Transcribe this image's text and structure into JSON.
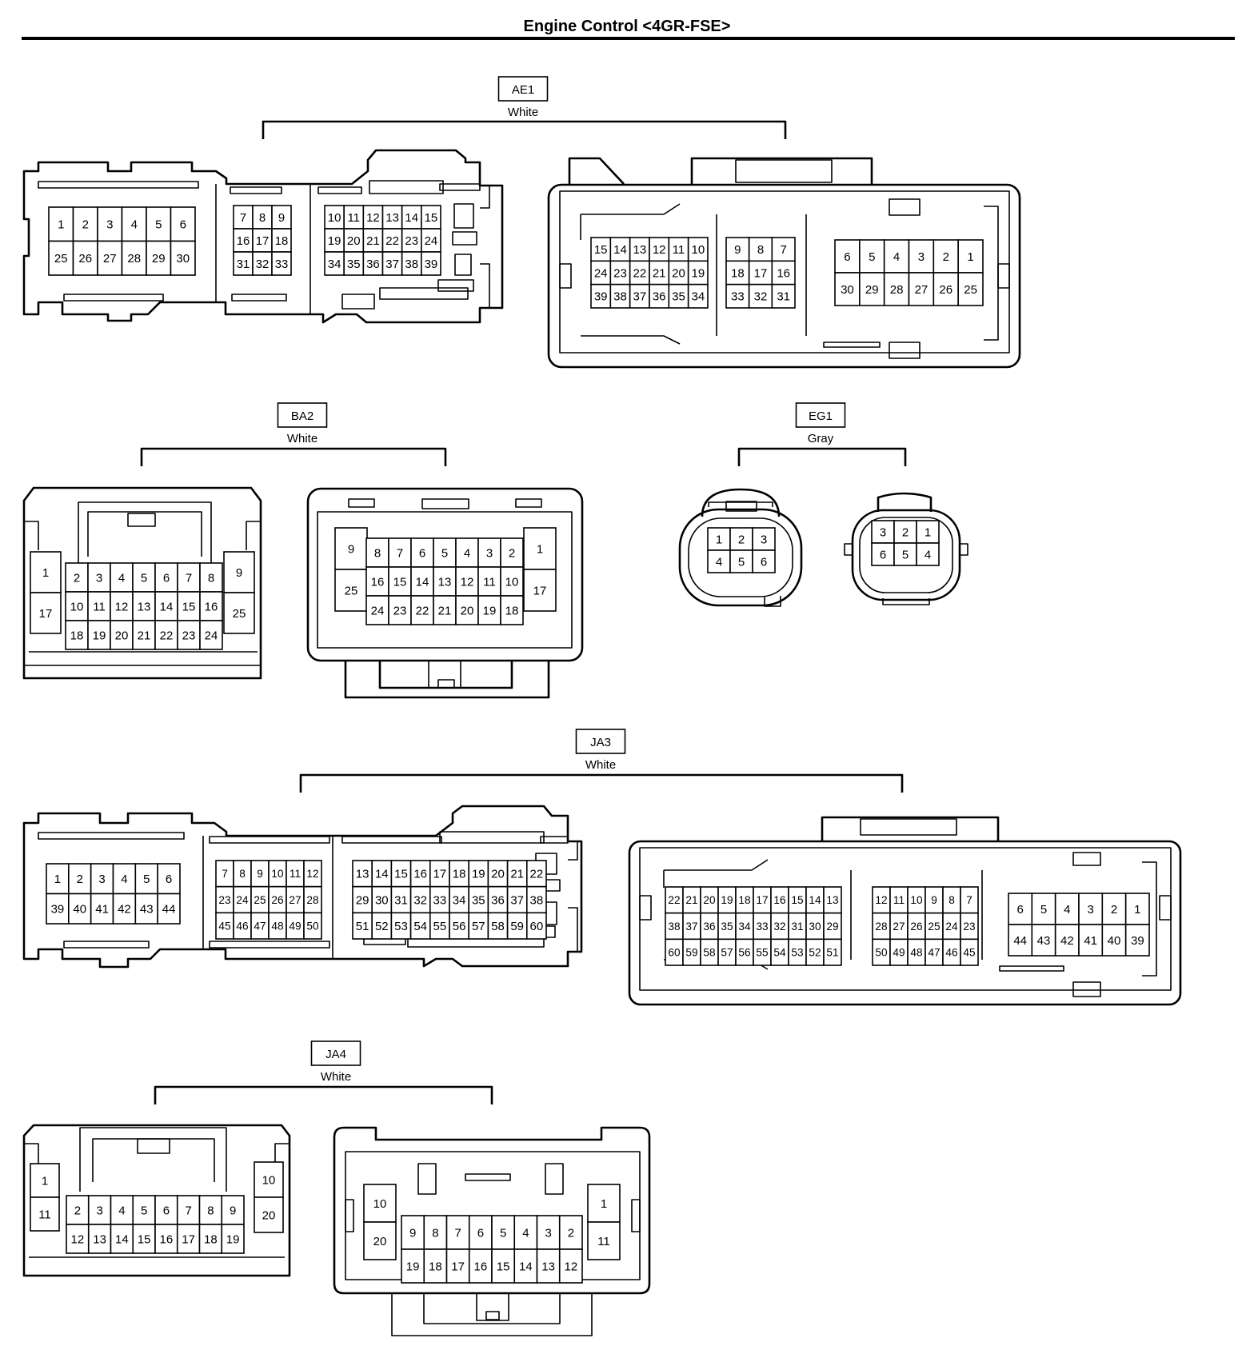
{
  "title": "Engine Control <4GR-FSE>",
  "connectors": [
    {
      "code": "AE1",
      "color": "White",
      "views": [
        {
          "blocks": [
            {
              "rows": [
                [
                  "1",
                  "2",
                  "3",
                  "4",
                  "5",
                  "6"
                ],
                [
                  "25",
                  "26",
                  "27",
                  "28",
                  "29",
                  "30"
                ]
              ]
            },
            {
              "rows": [
                [
                  "7",
                  "8",
                  "9"
                ],
                [
                  "16",
                  "17",
                  "18"
                ],
                [
                  "31",
                  "32",
                  "33"
                ]
              ]
            },
            {
              "rows": [
                [
                  "10",
                  "11",
                  "12",
                  "13",
                  "14",
                  "15"
                ],
                [
                  "19",
                  "20",
                  "21",
                  "22",
                  "23",
                  "24"
                ],
                [
                  "34",
                  "35",
                  "36",
                  "37",
                  "38",
                  "39"
                ]
              ]
            }
          ]
        },
        {
          "blocks": [
            {
              "rows": [
                [
                  "15",
                  "14",
                  "13",
                  "12",
                  "11",
                  "10"
                ],
                [
                  "24",
                  "23",
                  "22",
                  "21",
                  "20",
                  "19"
                ],
                [
                  "39",
                  "38",
                  "37",
                  "36",
                  "35",
                  "34"
                ]
              ]
            },
            {
              "rows": [
                [
                  "9",
                  "8",
                  "7"
                ],
                [
                  "18",
                  "17",
                  "16"
                ],
                [
                  "33",
                  "32",
                  "31"
                ]
              ]
            },
            {
              "rows": [
                [
                  "6",
                  "5",
                  "4",
                  "3",
                  "2",
                  "1"
                ],
                [
                  "30",
                  "29",
                  "28",
                  "27",
                  "26",
                  "25"
                ]
              ]
            }
          ]
        }
      ]
    },
    {
      "code": "BA2",
      "color": "White",
      "views": [
        {
          "blocks": [
            {
              "rows": [
                [
                  "1"
                ],
                [
                  "17"
                ]
              ]
            },
            {
              "rows": [
                [
                  "2",
                  "3",
                  "4",
                  "5",
                  "6",
                  "7",
                  "8"
                ],
                [
                  "10",
                  "11",
                  "12",
                  "13",
                  "14",
                  "15",
                  "16"
                ],
                [
                  "18",
                  "19",
                  "20",
                  "21",
                  "22",
                  "23",
                  "24"
                ]
              ]
            },
            {
              "rows": [
                [
                  "9"
                ],
                [
                  "25"
                ]
              ]
            }
          ]
        },
        {
          "blocks": [
            {
              "rows": [
                [
                  "9"
                ],
                [
                  "25"
                ]
              ]
            },
            {
              "rows": [
                [
                  "8",
                  "7",
                  "6",
                  "5",
                  "4",
                  "3",
                  "2"
                ],
                [
                  "16",
                  "15",
                  "14",
                  "13",
                  "12",
                  "11",
                  "10"
                ],
                [
                  "24",
                  "23",
                  "22",
                  "21",
                  "20",
                  "19",
                  "18"
                ]
              ]
            },
            {
              "rows": [
                [
                  "1"
                ],
                [
                  "17"
                ]
              ]
            }
          ]
        }
      ]
    },
    {
      "code": "EG1",
      "color": "Gray",
      "views": [
        {
          "blocks": [
            {
              "rows": [
                [
                  "1",
                  "2",
                  "3"
                ],
                [
                  "4",
                  "5",
                  "6"
                ]
              ]
            }
          ]
        },
        {
          "blocks": [
            {
              "rows": [
                [
                  "3",
                  "2",
                  "1"
                ],
                [
                  "6",
                  "5",
                  "4"
                ]
              ]
            }
          ]
        }
      ]
    },
    {
      "code": "JA3",
      "color": "White",
      "views": [
        {
          "blocks": [
            {
              "rows": [
                [
                  "1",
                  "2",
                  "3",
                  "4",
                  "5",
                  "6"
                ],
                [
                  "39",
                  "40",
                  "41",
                  "42",
                  "43",
                  "44"
                ]
              ]
            },
            {
              "rows": [
                [
                  "7",
                  "8",
                  "9",
                  "10",
                  "11",
                  "12"
                ],
                [
                  "23",
                  "24",
                  "25",
                  "26",
                  "27",
                  "28"
                ],
                [
                  "45",
                  "46",
                  "47",
                  "48",
                  "49",
                  "50"
                ]
              ]
            },
            {
              "rows": [
                [
                  "13",
                  "14",
                  "15",
                  "16",
                  "17",
                  "18",
                  "19",
                  "20",
                  "21",
                  "22"
                ],
                [
                  "29",
                  "30",
                  "31",
                  "32",
                  "33",
                  "34",
                  "35",
                  "36",
                  "37",
                  "38"
                ],
                [
                  "51",
                  "52",
                  "53",
                  "54",
                  "55",
                  "56",
                  "57",
                  "58",
                  "59",
                  "60"
                ]
              ]
            }
          ]
        },
        {
          "blocks": [
            {
              "rows": [
                [
                  "22",
                  "21",
                  "20",
                  "19",
                  "18",
                  "17",
                  "16",
                  "15",
                  "14",
                  "13"
                ],
                [
                  "38",
                  "37",
                  "36",
                  "35",
                  "34",
                  "33",
                  "32",
                  "31",
                  "30",
                  "29"
                ],
                [
                  "60",
                  "59",
                  "58",
                  "57",
                  "56",
                  "55",
                  "54",
                  "53",
                  "52",
                  "51"
                ]
              ]
            },
            {
              "rows": [
                [
                  "12",
                  "11",
                  "10",
                  "9",
                  "8",
                  "7"
                ],
                [
                  "28",
                  "27",
                  "26",
                  "25",
                  "24",
                  "23"
                ],
                [
                  "50",
                  "49",
                  "48",
                  "47",
                  "46",
                  "45"
                ]
              ]
            },
            {
              "rows": [
                [
                  "6",
                  "5",
                  "4",
                  "3",
                  "2",
                  "1"
                ],
                [
                  "44",
                  "43",
                  "42",
                  "41",
                  "40",
                  "39"
                ]
              ]
            }
          ]
        }
      ]
    },
    {
      "code": "JA4",
      "color": "White",
      "views": [
        {
          "blocks": [
            {
              "rows": [
                [
                  "1"
                ],
                [
                  "11"
                ]
              ]
            },
            {
              "rows": [
                [
                  "2",
                  "3",
                  "4",
                  "5",
                  "6",
                  "7",
                  "8",
                  "9"
                ],
                [
                  "12",
                  "13",
                  "14",
                  "15",
                  "16",
                  "17",
                  "18",
                  "19"
                ]
              ]
            },
            {
              "rows": [
                [
                  "10"
                ],
                [
                  "20"
                ]
              ]
            }
          ]
        },
        {
          "blocks": [
            {
              "rows": [
                [
                  "10"
                ],
                [
                  "20"
                ]
              ]
            },
            {
              "rows": [
                [
                  "9",
                  "8",
                  "7",
                  "6",
                  "5",
                  "4",
                  "3",
                  "2"
                ],
                [
                  "19",
                  "18",
                  "17",
                  "16",
                  "15",
                  "14",
                  "13",
                  "12"
                ]
              ]
            },
            {
              "rows": [
                [
                  "1"
                ],
                [
                  "11"
                ]
              ]
            }
          ]
        }
      ]
    }
  ]
}
